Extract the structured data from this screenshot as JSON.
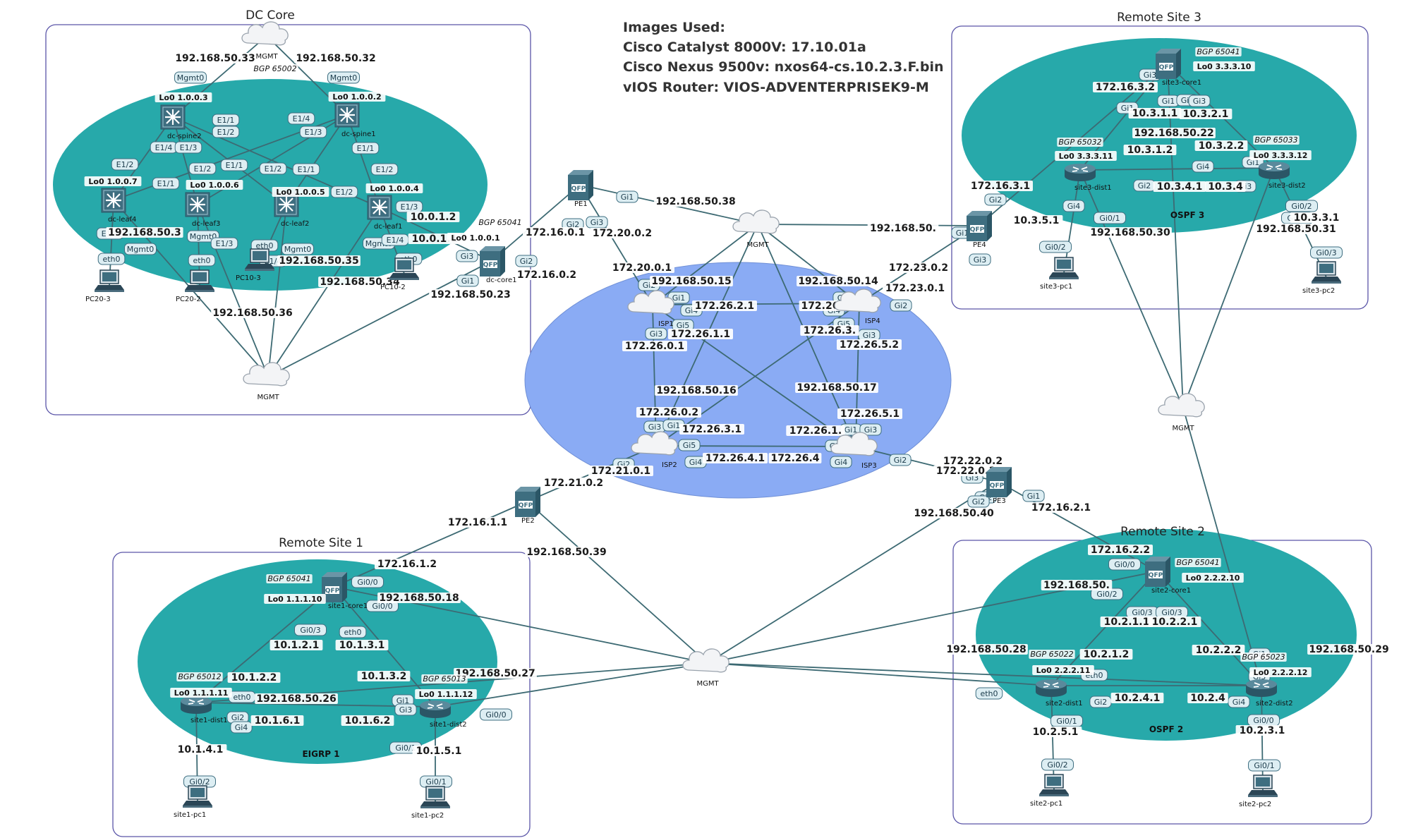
{
  "colors": {
    "ellipse_teal": "#27a9aa",
    "ellipse_blue": "#8aabf4",
    "zone_border": "#5a55a8",
    "link": "#3d6a73",
    "device": "#3e6e80",
    "tag_bg": "#ddeef3"
  },
  "images_used": [
    "Images Used:",
    "Cisco Catalyst 8000V: 17.10.01a",
    "Cisco Nexus 9500v: nxos64-cs.10.2.3.F.bin",
    "vIOS Router: VIOS-ADVENTERPRISEK9-M"
  ],
  "zones": [
    {
      "id": "dc",
      "title": "DC Core"
    },
    {
      "id": "rs3",
      "title": "Remote Site 3"
    },
    {
      "id": "rs1",
      "title": "Remote Site 1"
    },
    {
      "id": "rs2",
      "title": "Remote Site 2"
    }
  ],
  "clouds": [
    {
      "id": "mgmt_dc_top",
      "label": "MGMT"
    },
    {
      "id": "mgmt_dc_bottom",
      "label": "MGMT"
    },
    {
      "id": "mgmt_center_top",
      "label": "MGMT"
    },
    {
      "id": "mgmt_right",
      "label": "MGMT"
    },
    {
      "id": "mgmt_center_bottom",
      "label": "MGMT"
    },
    {
      "id": "isp1",
      "label": "ISP1"
    },
    {
      "id": "isp4",
      "label": "ISP4"
    },
    {
      "id": "isp2",
      "label": "ISP2"
    },
    {
      "id": "isp3",
      "label": "ISP3"
    }
  ],
  "devices": [
    {
      "id": "dc_spine2",
      "type": "nexus",
      "label": "dc-spine2",
      "lo": "Lo0 1.0.0.3"
    },
    {
      "id": "dc_spine1",
      "type": "nexus",
      "label": "dc-spine1",
      "lo": "Lo0 1.0.0.2"
    },
    {
      "id": "dc_leaf4",
      "type": "nexus",
      "label": "dc-leaf4",
      "lo": "Lo0 1.0.0.7"
    },
    {
      "id": "dc_leaf3",
      "type": "nexus",
      "label": "dc-leaf3",
      "lo": "Lo0 1.0.0.6"
    },
    {
      "id": "dc_leaf2",
      "type": "nexus",
      "label": "dc-leaf2",
      "lo": "Lo0 1.0.0.5"
    },
    {
      "id": "dc_leaf1",
      "type": "nexus",
      "label": "dc-leaf1",
      "lo": "Lo0 1.0.0.4"
    },
    {
      "id": "dc_core1",
      "type": "qfp",
      "label": "dc-core1",
      "lo": "Lo0 1.0.0.1"
    },
    {
      "id": "pc20_3",
      "type": "pc",
      "label": "PC20-3"
    },
    {
      "id": "pc20_2",
      "type": "pc",
      "label": "PC20-2"
    },
    {
      "id": "pc10_3",
      "type": "pc",
      "label": "PC10-3"
    },
    {
      "id": "pc10_2",
      "type": "pc",
      "label": "PC10-2"
    },
    {
      "id": "pe1",
      "type": "qfp",
      "label": "PE1"
    },
    {
      "id": "pe4",
      "type": "qfp",
      "label": "PE4"
    },
    {
      "id": "pe2",
      "type": "qfp",
      "label": "PE2"
    },
    {
      "id": "pe3",
      "type": "qfp",
      "label": "PE3"
    },
    {
      "id": "site3_core1",
      "type": "qfp",
      "label": "site3-core1",
      "lo": "Lo0 3.3.3.10"
    },
    {
      "id": "site3_dist1",
      "type": "router",
      "label": "site3-dist1",
      "lo": "Lo0 3.3.3.11"
    },
    {
      "id": "site3_dist2",
      "type": "router",
      "label": "site3-dist2",
      "lo": "Lo0 3.3.3.12"
    },
    {
      "id": "site3_pc1",
      "type": "pc",
      "label": "site3-pc1"
    },
    {
      "id": "site3_pc2",
      "type": "pc",
      "label": "site3-pc2"
    },
    {
      "id": "site1_core1",
      "type": "qfp",
      "label": "site1-core1",
      "lo": "Lo0 1.1.1.10"
    },
    {
      "id": "site1_dist1",
      "type": "router",
      "label": "site1-dist1",
      "lo": "Lo0 1.1.1.11"
    },
    {
      "id": "site1_dist2",
      "type": "router",
      "label": "site1-dist2",
      "lo": "Lo0 1.1.1.12"
    },
    {
      "id": "site1_pc1",
      "type": "pc",
      "label": "site1-pc1"
    },
    {
      "id": "site1_pc2",
      "type": "pc",
      "label": "site1-pc2"
    },
    {
      "id": "site2_core1",
      "type": "qfp",
      "label": "site2-core1",
      "lo": "Lo0 2.2.2.10"
    },
    {
      "id": "site2_dist1",
      "type": "router",
      "label": "site2-dist1",
      "lo": "Lo0 2.2.2.11"
    },
    {
      "id": "site2_dist2",
      "type": "router",
      "label": "site2-dist2",
      "lo": "Lo0 2.2.2.12"
    },
    {
      "id": "site2_pc1",
      "type": "pc",
      "label": "site2-pc1"
    },
    {
      "id": "site2_pc2",
      "type": "pc",
      "label": "site2-pc2"
    }
  ],
  "bgp_labels": [
    "BGP 65002",
    "BGP 65041",
    "BGP 65041",
    "BGP 65032",
    "BGP 65033",
    "BGP 65041",
    "BGP 65012",
    "BGP 65013",
    "BGP 65041",
    "BGP 65022",
    "BGP 65023"
  ],
  "protocol_labels": [
    "OSPF 3",
    "EIGRP 1",
    "OSPF 2"
  ],
  "ip_labels": [
    "192.168.50.33",
    "192.168.50.32",
    "192.168.50.3",
    "192.168.50.35",
    "192.168.50.34",
    "192.168.50.36",
    "192.168.50.23",
    "10.0.1.2",
    "10.0.1.1",
    "172.16.0.1",
    "172.16.0.2",
    "192.168.50.38",
    "172.20.0.2",
    "172.20.0.1",
    "192.168.50.15",
    "192.168.50.14",
    "192.168.50.",
    "172.23.0.2",
    "172.23.0.1",
    "172.26.2.1",
    "172.26.2",
    "172.26.1.1",
    "172.26.3.",
    "172.26.0.1",
    "172.26.5.2",
    "192.168.50.16",
    "192.168.50.17",
    "172.26.0.2",
    "172.26.3.1",
    "172.26.1.",
    "172.26.5.1",
    "172.26.4.1",
    "172.26.4",
    "172.21.0.2",
    "172.21.0.1",
    "172.22.0.2",
    "172.22.0.1",
    "172.16.1.1",
    "192.168.50.39",
    "192.168.50.40",
    "172.16.2.1",
    "172.16.1.2",
    "192.168.50.18",
    "10.1.2.1",
    "10.1.3.1",
    "10.1.2.2",
    "10.1.3.2",
    "192.168.50.26",
    "192.168.50.27",
    "10.1.6.1",
    "10.1.6.2",
    "10.1.4.1",
    "10.1.5.1",
    "172.16.3.2",
    "10.3.1.1",
    "10.3.2.1",
    "192.168.50.22",
    "10.3.1.2",
    "10.3.2.2",
    "172.16.3.1",
    "10.3.4.1",
    "10.3.4",
    "10.3.5.1",
    "192.168.50.30",
    "192.168.50.31",
    "10.3.3.1",
    "172.16.2.2",
    "192.168.50.",
    "10.2.1.1",
    "10.2.2.1",
    "192.168.50.28",
    "10.2.1.2",
    "10.2.2.2",
    "192.168.50.29",
    "10.2.4.1",
    "10.2.4",
    "10.2.5.1",
    "10.2.3.1"
  ],
  "iface_tags": [
    "Mgmt0",
    "Mgmt0",
    "E1/1",
    "E1/2",
    "E1/4",
    "E1/3",
    "E1/4",
    "E1/3",
    "E1/2",
    "E1/1",
    "E1/2",
    "E1/1",
    "E1/2",
    "E1/1",
    "E1/2",
    "E1/1",
    "E1/2",
    "E1/3",
    "E1/3",
    "Mgmt0",
    "E1/3",
    "Mgmt0",
    "Mgmt0",
    "Mgmt0",
    "E1/4",
    "E1/4",
    "eth0",
    "eth0",
    "eth0",
    "eth0",
    "Gi3",
    "Gi1",
    "Gi2",
    "Gi1",
    "Gi2",
    "Gi3",
    "Gi2",
    "Gi1",
    "Gi4",
    "Gi3",
    "Gi5",
    "Gi1",
    "Gi4",
    "Gi5",
    "Gi3",
    "Gi2",
    "Gi1",
    "Gi2",
    "Gi3",
    "Gi3",
    "Gi1",
    "Gi5",
    "Gi4",
    "Gi2",
    "Gi1",
    "Gi3",
    "Gi5",
    "Gi4",
    "Gi2",
    "Gi3",
    "Gi2",
    "Gi1",
    "Gi2",
    "Gi3",
    "Gi1",
    "Gi2",
    "Gi3",
    "Gi1",
    "Gi4",
    "Gi2",
    "Gi1",
    "Gi3",
    "Gi4",
    "Gi0/1",
    "Gi0/2",
    "Gi0/1",
    "Gi0/2",
    "Gi0/3",
    "Gi0/0",
    "Gi0/0",
    "Gi0/3",
    "eth0",
    "eth0",
    "Gi2",
    "Gi1",
    "Gi3",
    "Gi4",
    "Gi0/1",
    "Gi0/0",
    "Gi0/2",
    "Gi0/1",
    "Gi0/0",
    "Gi0/2",
    "Gi0/3",
    "Gi0/3",
    "eth0",
    "eth0",
    "Gi2",
    "Gi1",
    "Gi3",
    "Gi4",
    "Gi0/1",
    "Gi0/0",
    "Gi0/2",
    "Gi0/1",
    "Gi0/0",
    "Gi0/2",
    "Gi0/3",
    "Gi0/3",
    "eth0",
    "eth0"
  ]
}
